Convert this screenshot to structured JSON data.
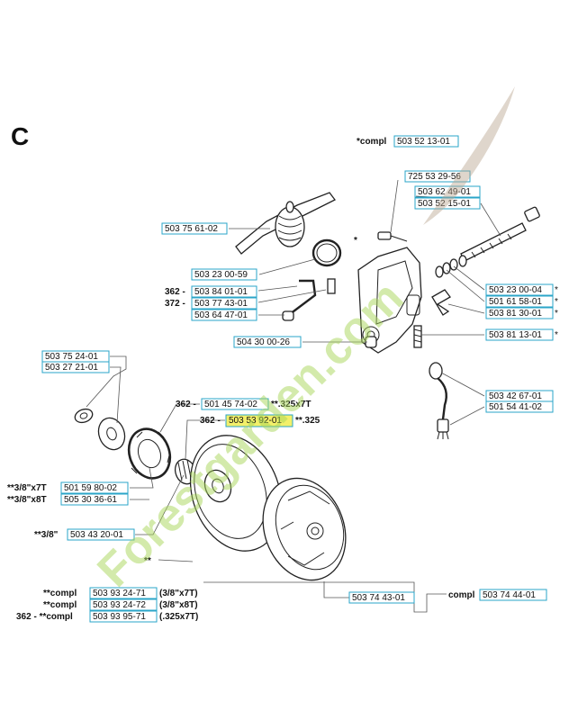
{
  "section_letter": "C",
  "colors": {
    "box_stroke": "#2aa5c8",
    "highlight": "#f3f06a",
    "watermark_green": "#a8d65a",
    "watermark_brown": "#b9a38f"
  },
  "watermark": {
    "text": "Forestgarden.com"
  },
  "labels": [
    {
      "id": "compl-503-52-13-01",
      "prefix": "*compl",
      "code": "503 52 13-01",
      "suffix": ""
    },
    {
      "id": "725-53-29-56",
      "prefix": "",
      "code": "725 53 29-56",
      "suffix": ""
    },
    {
      "id": "503-62-49-01",
      "prefix": "",
      "code": "503 62 49-01",
      "suffix": ""
    },
    {
      "id": "503-52-15-01",
      "prefix": "",
      "code": "503 52 15-01",
      "suffix": ""
    },
    {
      "id": "503-75-61-02",
      "prefix": "",
      "code": "503 75 61-02",
      "suffix": ""
    },
    {
      "id": "503-23-00-59",
      "prefix": "",
      "code": "503 23 00-59",
      "suffix": ""
    },
    {
      "id": "503-84-01-01",
      "prefix": "362 -",
      "code": "503 84 01-01",
      "suffix": ""
    },
    {
      "id": "503-77-43-01",
      "prefix": "372 -",
      "code": "503 77 43-01",
      "suffix": ""
    },
    {
      "id": "503-64-47-01",
      "prefix": "",
      "code": "503 64 47-01",
      "suffix": ""
    },
    {
      "id": "504-30-00-26",
      "prefix": "",
      "code": "504 30 00-26",
      "suffix": ""
    },
    {
      "id": "503-23-00-04",
      "prefix": "",
      "code": "503 23 00-04",
      "suffix": "*"
    },
    {
      "id": "501-61-58-01",
      "prefix": "",
      "code": "501 61 58-01",
      "suffix": "*"
    },
    {
      "id": "503-81-30-01",
      "prefix": "",
      "code": "503 81 30-01",
      "suffix": "*"
    },
    {
      "id": "503-81-13-01",
      "prefix": "",
      "code": "503 81 13-01",
      "suffix": "*"
    },
    {
      "id": "503-75-24-01",
      "prefix": "",
      "code": "503 75 24-01",
      "suffix": ""
    },
    {
      "id": "503-27-21-01",
      "prefix": "",
      "code": "503 27 21-01",
      "suffix": ""
    },
    {
      "id": "501-45-74-02",
      "prefix": "362 -",
      "code": "501 45 74-02",
      "suffix": "**.325x7T"
    },
    {
      "id": "503-53-92-01",
      "prefix": "362 -",
      "code": "503 53 92-01",
      "suffix": "**.325"
    },
    {
      "id": "503-42-67-01",
      "prefix": "",
      "code": "503 42 67-01",
      "suffix": ""
    },
    {
      "id": "501-54-41-02",
      "prefix": "",
      "code": "501 54 41-02",
      "suffix": ""
    },
    {
      "id": "501-59-80-02",
      "prefix": "**3/8\"x7T",
      "code": "501 59 80-02",
      "suffix": ""
    },
    {
      "id": "505-30-36-61",
      "prefix": "**3/8\"x8T",
      "code": "505 30 36-61",
      "suffix": ""
    },
    {
      "id": "503-43-20-01",
      "prefix": "**3/8\"",
      "code": "503 43 20-01",
      "suffix": ""
    },
    {
      "id": "503-74-43-01",
      "prefix": "",
      "code": "503 74 43-01",
      "suffix": ""
    },
    {
      "id": "compl-503-74-44-01",
      "prefix": "compl",
      "code": "503 74 44-01",
      "suffix": ""
    },
    {
      "id": "503-93-24-71",
      "prefix": "**compl",
      "code": "503 93 24-71",
      "suffix": "(3/8\"x7T)"
    },
    {
      "id": "503-93-24-72",
      "prefix": "**compl",
      "code": "503 93 24-72",
      "suffix": "(3/8\"x8T)"
    },
    {
      "id": "503-93-95-71",
      "prefix": "362 - **compl",
      "code": "503 93 95-71",
      "suffix": "(.325x7T)"
    }
  ],
  "markers": {
    "double_star": "**",
    "single_star": "*"
  }
}
